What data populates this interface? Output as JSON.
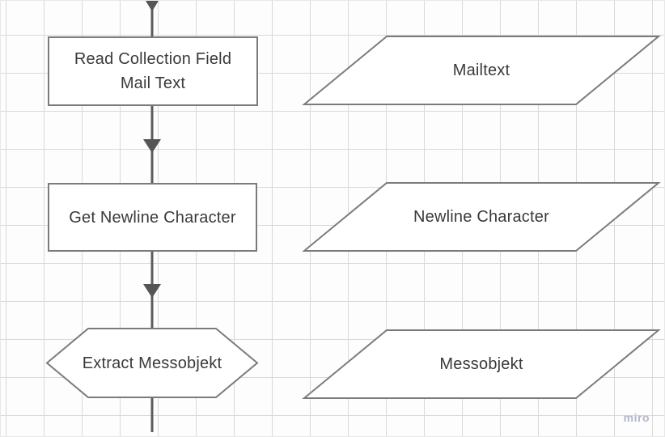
{
  "board": {
    "watermark_label": "miro"
  },
  "flowchart": {
    "nodes": [
      {
        "id": "read-collection-field",
        "shape": "process-rectangle",
        "label": "Read Collection Field\nMail Text"
      },
      {
        "id": "mailtext",
        "shape": "data-parallelogram",
        "label": "Mailtext"
      },
      {
        "id": "get-newline-character",
        "shape": "process-rectangle",
        "label": "Get Newline Character"
      },
      {
        "id": "newline-character",
        "shape": "data-parallelogram",
        "label": "Newline Character"
      },
      {
        "id": "extract-messobjekt",
        "shape": "preparation-hexagon",
        "label": "Extract Messobjekt"
      },
      {
        "id": "messobjekt",
        "shape": "data-parallelogram",
        "label": "Messobjekt"
      }
    ],
    "connectors": [
      {
        "from": "offscreen-above",
        "to": "read-collection-field",
        "arrow": "down"
      },
      {
        "from": "read-collection-field",
        "to": "get-newline-character",
        "arrow": "down"
      },
      {
        "from": "get-newline-character",
        "to": "extract-messobjekt",
        "arrow": "down"
      },
      {
        "from": "extract-messobjekt",
        "to": "offscreen-below",
        "arrow": "down"
      }
    ]
  },
  "colors": {
    "background": "#fdfdfd",
    "grid_line": "#d9d9d9",
    "shape_border": "#7b7b7b",
    "shape_fill": "#ffffff",
    "connector": "#5d5d5d",
    "text": "#3a3a3a",
    "watermark": "#b3b8c8"
  }
}
